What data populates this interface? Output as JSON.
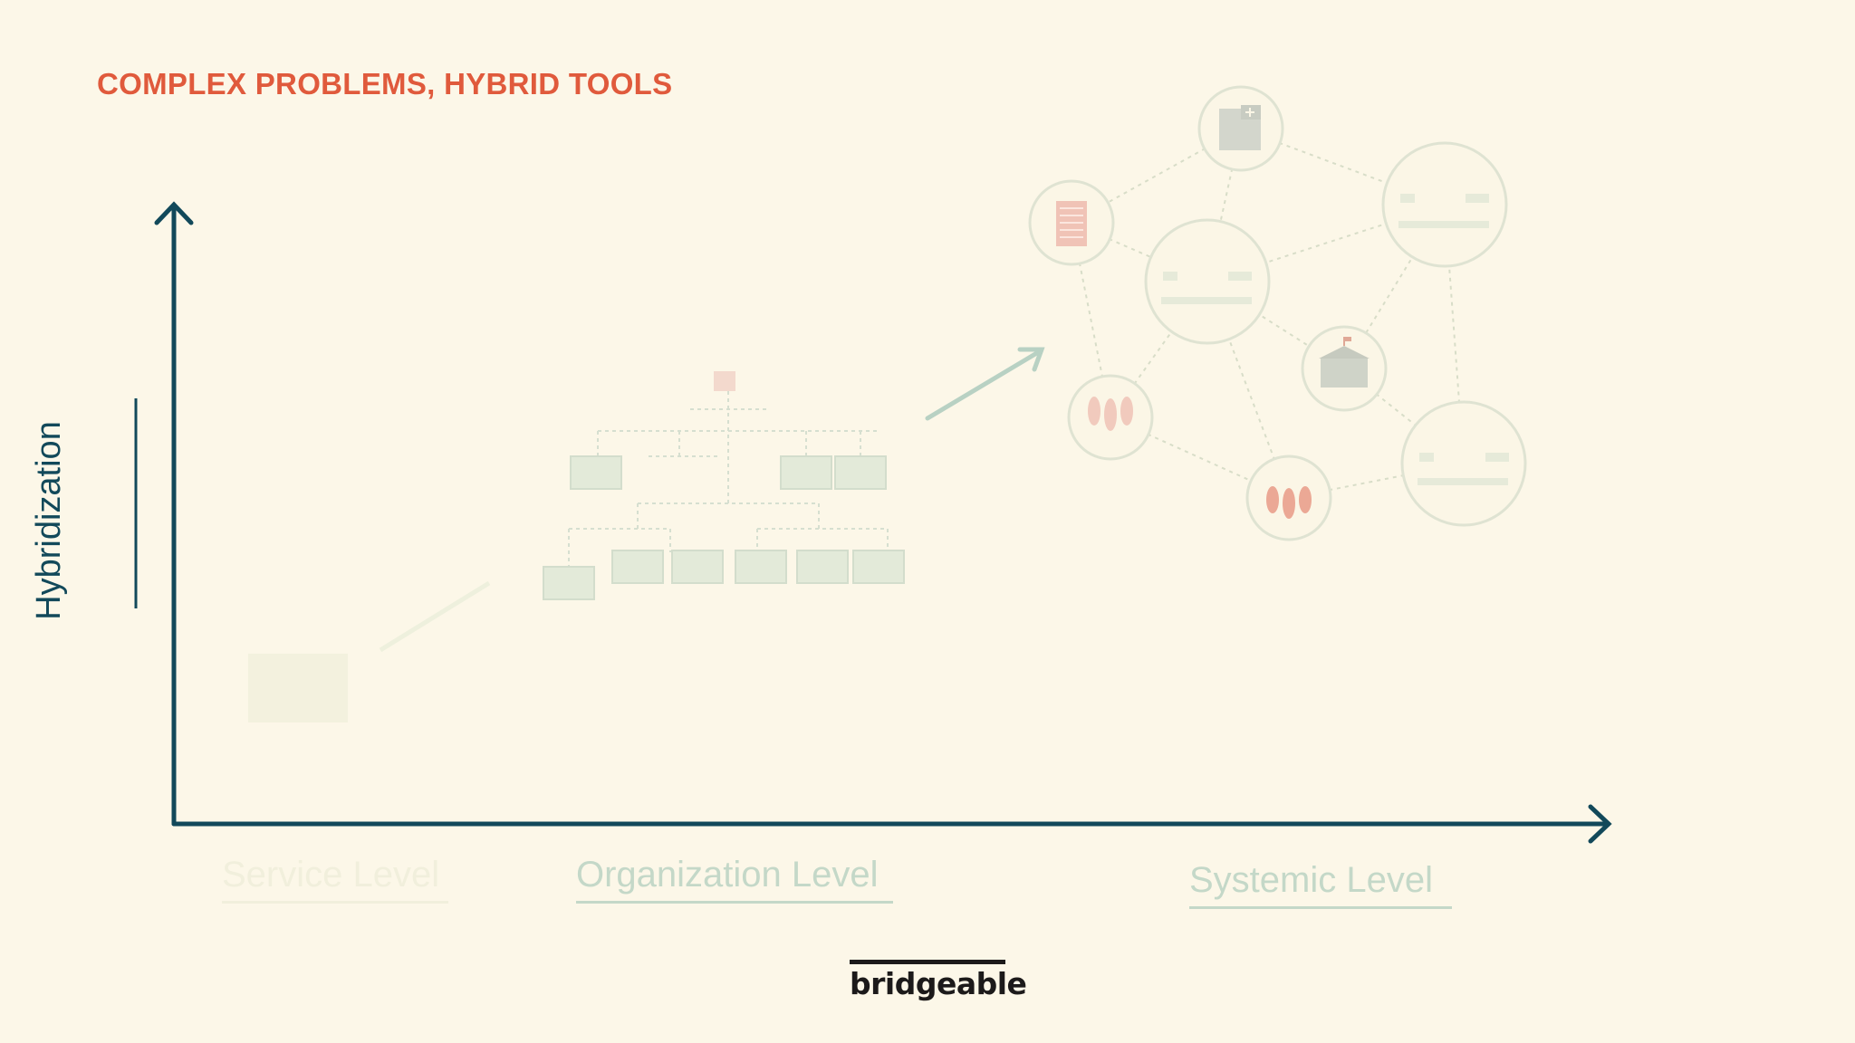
{
  "slide": {
    "title": "COMPLEX PROBLEMS, HYBRID TOOLS",
    "y_axis_label": "Hybridization"
  },
  "levels": {
    "service": "Service Level",
    "organization": "Organization Level",
    "systemic": "Systemic Level"
  },
  "brand": {
    "logo_text": "bridgeable"
  },
  "colors": {
    "background": "#fcf7e8",
    "title": "#e05a3c",
    "axis": "#12495a",
    "faded_green": "#c4d8c8",
    "accent_red": "#e89a8a"
  }
}
